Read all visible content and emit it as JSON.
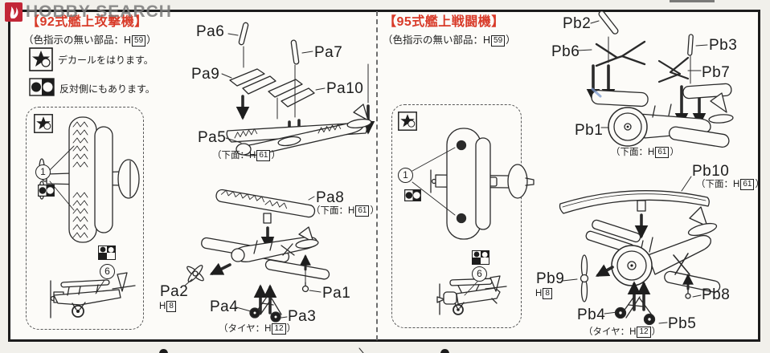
{
  "watermark": {
    "text": "HOBBY SEARCH"
  },
  "colors": {
    "title_red": "#d83a28",
    "logo_red": "#c22737",
    "line": "#2a2a2a",
    "pen_blue": "#7a97cc"
  },
  "panels": {
    "left": {
      "title": "【92式艦上攻撃機】",
      "color_note": {
        "prefix": "（色指示の無い部品：H",
        "code": "59",
        "suffix": "）"
      },
      "legend": [
        {
          "icon": "star-icon",
          "text": "デカールをはります。"
        },
        {
          "icon": "dual-circles-icon",
          "text": "反対側にもあります。"
        }
      ],
      "callouts": {
        "plan": "1",
        "side": "6"
      },
      "labels": {
        "pa6": "Pa6",
        "pa7": "Pa7",
        "pa9": "Pa9",
        "pa10": "Pa10",
        "pa5": "Pa5",
        "pa8": "Pa8",
        "pa2": "Pa2",
        "pa1": "Pa1",
        "pa4": "Pa4",
        "pa3": "Pa3"
      },
      "notes": {
        "pa5_underside": {
          "prefix": "（下面：H",
          "code": "61",
          "suffix": "）"
        },
        "pa8_underside": {
          "prefix": "（下面：H",
          "code": "61",
          "suffix": "）"
        },
        "prop_color": {
          "prefix": "H",
          "code": "8",
          "suffix": ""
        },
        "tire": {
          "prefix": "（タイヤ：H",
          "code": "12",
          "suffix": "）"
        }
      }
    },
    "right": {
      "title": "【95式艦上戦闘機】",
      "color_note": {
        "prefix": "（色指示の無い部品：H",
        "code": "59",
        "suffix": "）"
      },
      "callouts": {
        "plan": "1",
        "side": "6"
      },
      "labels": {
        "pb2": "Pb2",
        "pb6": "Pb6",
        "pb3": "Pb3",
        "pb7": "Pb7",
        "pb1": "Pb1",
        "pb10": "Pb10",
        "pb9": "Pb9",
        "pb8": "Pb8",
        "pb4": "Pb4",
        "pb5": "Pb5"
      },
      "notes": {
        "pb1_underside": {
          "prefix": "（下面：H",
          "code": "61",
          "suffix": "）"
        },
        "pb10_underside": {
          "prefix": "（下面：H",
          "code": "61",
          "suffix": "）"
        },
        "prop_color": {
          "prefix": "H",
          "code": "8",
          "suffix": ""
        },
        "tire": {
          "prefix": "（タイヤ：H",
          "code": "12",
          "suffix": "）"
        }
      }
    }
  }
}
